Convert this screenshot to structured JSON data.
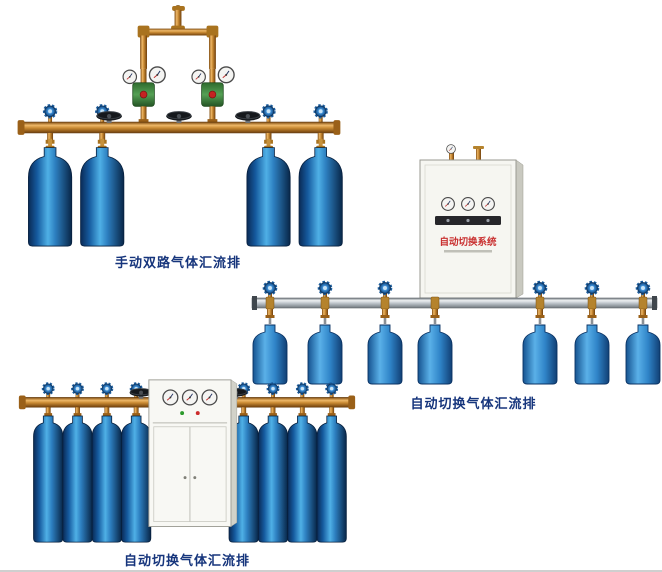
{
  "page": {
    "background": "#ffffff",
    "caption_color": "#16357c",
    "bottom_border_color": "#cfcfcf"
  },
  "products": [
    {
      "caption": "手动双路气体汇流排"
    },
    {
      "caption": "自动切换气体汇流排",
      "cabinet_label": "自动切换系统"
    },
    {
      "caption": "自动切换气体汇流排"
    }
  ],
  "colors": {
    "brass_pipe": "#c9892f",
    "cylinder_dark_blue": "#155a9e",
    "cylinder_bright_blue": "#4fb0e6",
    "small_cylinder_blue": "#2f84c8",
    "valve_cap_blue": "#2b7bc4",
    "regulator_green": "#4f9b4f",
    "cabinet_white": "#f6f6f1",
    "silver_pipe": "#c7ccd1",
    "gauge_face": "#f4f4f2",
    "handwheel_black": "#15181c",
    "cabinet_label_red": "#c93030"
  }
}
